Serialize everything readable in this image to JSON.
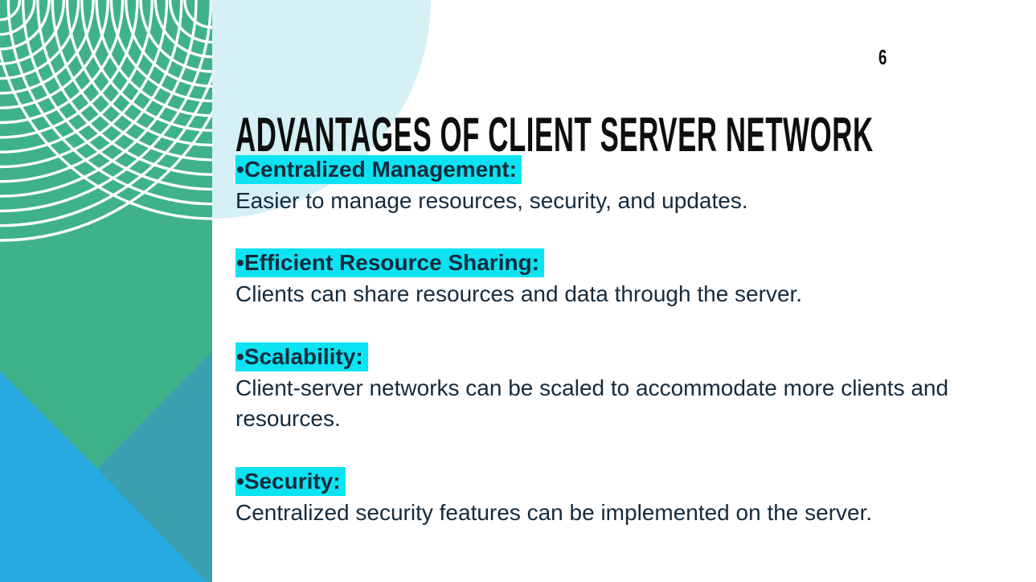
{
  "slide": {
    "page_number": "6",
    "title": "ADVANTAGES OF CLIENT SERVER NETWORK",
    "bullet_char": "•",
    "bullets": [
      {
        "heading": "Centralized Management:",
        "body": "Easier to manage resources, security, and updates."
      },
      {
        "heading": "Efficient Resource Sharing:",
        "body": "Clients can share resources and data through the server."
      },
      {
        "heading": "Scalability:",
        "body": "Client-server networks can be scaled to accommodate more clients and resources."
      },
      {
        "heading": "Security:",
        "body": "Centralized security features can be implemented on the server."
      }
    ],
    "colors": {
      "sidebar_green": "#3FB28C",
      "triangle_blue": "#27A9E2",
      "triangle_teal": "#3A9FAE",
      "quarter_circle": "#D6F1F5",
      "highlight_cyan": "#0BE3F2",
      "body_text": "#152B3D",
      "title_text": "#0E0E0E",
      "arc_white": "#FFFFFF"
    }
  }
}
